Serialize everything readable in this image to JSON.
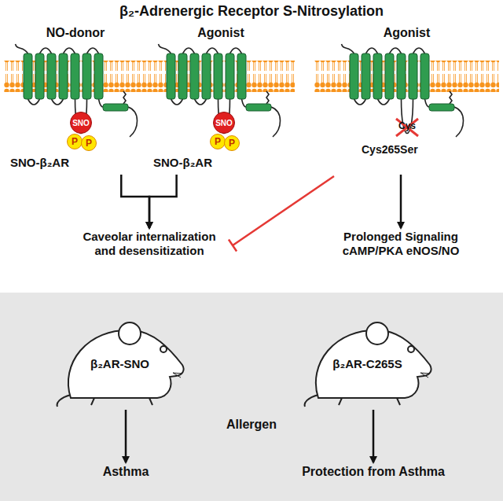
{
  "diagram": {
    "title": "β₂-Adrenergic Receptor S-Nitrosylation",
    "nodes": [
      {
        "text": [
          "NO-donor",
          "SNO-β₂AR"
        ]
      },
      {
        "text": [
          "SNO"
        ],
        "in": 0
      },
      {
        "text": [
          "P"
        ],
        "in": 0
      },
      {
        "text": [
          "P"
        ],
        "in": 0
      },
      {
        "text": [
          "Agonist",
          "SNO-β₂AR"
        ]
      },
      {
        "text": [
          "SNO"
        ],
        "in": 4
      },
      {
        "text": [
          "P"
        ],
        "in": 4
      },
      {
        "text": [
          "P"
        ],
        "in": 4
      },
      {
        "text": [
          "Agonist",
          "Cys265Ser"
        ]
      },
      {
        "text": [
          "Caveolar internalization and desensitization"
        ]
      },
      {
        "text": [
          "Prolonged Signaling cAMP/PKA eNOS/NO"
        ]
      },
      {
        "text": [
          "Allergen"
        ]
      },
      {
        "text": [
          "β₂AR-SNO"
        ],
        "in": 11
      },
      {
        "text": [
          "β₂AR-C265S"
        ],
        "in": 11
      },
      {
        "text": [
          "Asthma"
        ],
        "in": 11
      },
      {
        "text": [
          "Protection from Asthma"
        ],
        "in": 11
      }
    ],
    "edges": [
      {
        "from": 0,
        "to": 9,
        "arrow": "to"
      },
      {
        "from": 4,
        "to": 9,
        "arrow": "to"
      },
      {
        "from": 8,
        "to": 10,
        "arrow": "to"
      },
      {
        "from": 8,
        "to": 9,
        "arrow": "none"
      },
      {
        "from": 12,
        "to": 14,
        "arrow": "to"
      },
      {
        "from": 13,
        "to": 15,
        "arrow": "to"
      }
    ],
    "labels": [
      "Cys"
    ]
  }
}
